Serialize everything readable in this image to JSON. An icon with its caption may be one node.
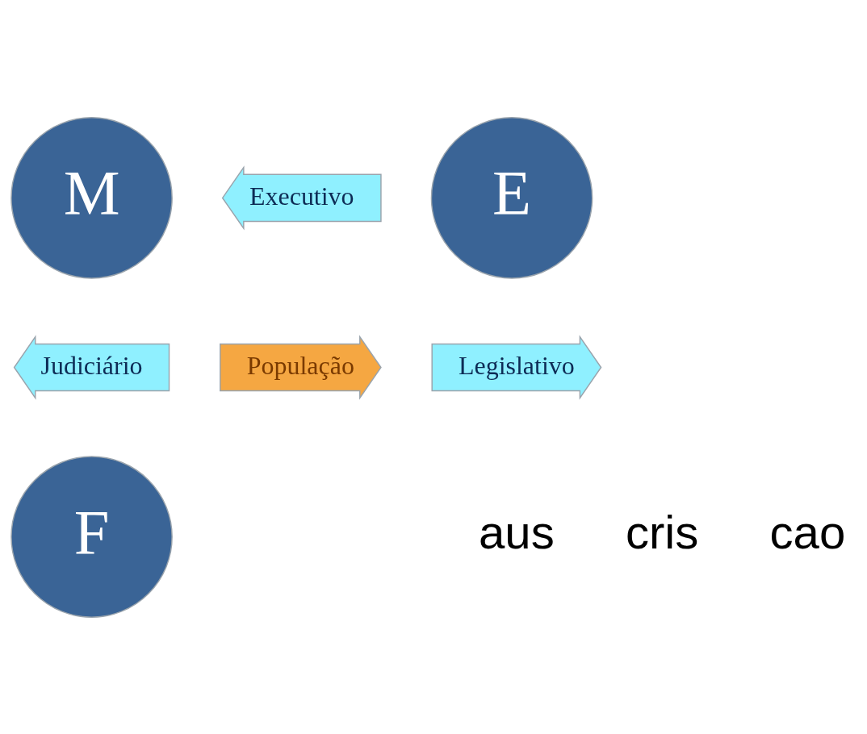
{
  "diagram": {
    "nodes": [
      {
        "text": [
          "M"
        ]
      },
      {
        "text": [
          "E"
        ]
      },
      {
        "text": [
          "F"
        ]
      },
      {
        "text": [
          "Executivo"
        ]
      },
      {
        "text": [
          "População"
        ]
      },
      {
        "text": [
          "Judiciário"
        ]
      },
      {
        "text": [
          "Legislativo"
        ]
      }
    ],
    "edges": [],
    "labels": [
      "aus",
      "cris",
      "cao"
    ]
  }
}
